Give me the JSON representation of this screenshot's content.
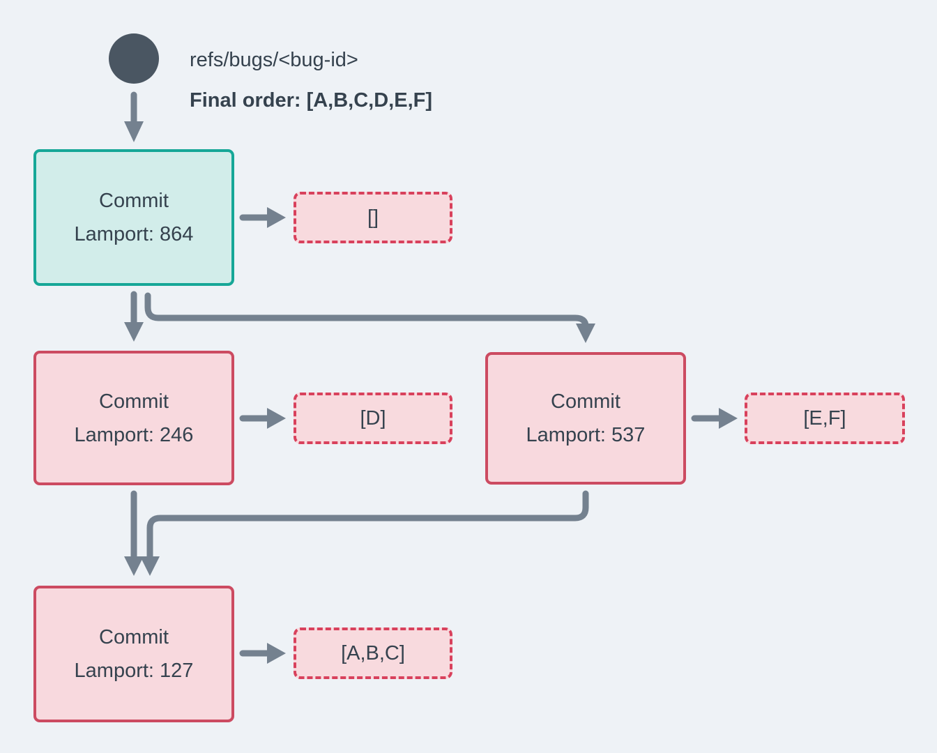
{
  "header": {
    "ref": "refs/bugs/<bug-id>",
    "final_order": "Final order: [A,B,C,D,E,F]"
  },
  "nodes": [
    {
      "id": "commit-864",
      "title": "Commit",
      "subtitle": "Lamport: 864",
      "kind": "merged"
    },
    {
      "id": "commit-246",
      "title": "Commit",
      "subtitle": "Lamport: 246",
      "kind": "unmerged"
    },
    {
      "id": "commit-537",
      "title": "Commit",
      "subtitle": "Lamport: 537",
      "kind": "unmerged"
    },
    {
      "id": "commit-127",
      "title": "Commit",
      "subtitle": "Lamport: 127",
      "kind": "unmerged"
    }
  ],
  "payloads": [
    {
      "node": "commit-864",
      "label": "[]"
    },
    {
      "node": "commit-246",
      "label": "[D]"
    },
    {
      "node": "commit-537",
      "label": "[E,F]"
    },
    {
      "node": "commit-127",
      "label": "[A,B,C]"
    }
  ],
  "colors": {
    "background": "#eef2f6",
    "text": "#35424e",
    "arrow": "#74818f",
    "merged_border": "#16a797",
    "merged_fill": "#d2edea",
    "commit_border": "#cc4b61",
    "payload_dashed_border": "#d8415c",
    "pink_fill": "#f8d9de",
    "ref_circle": "#4a5662"
  }
}
